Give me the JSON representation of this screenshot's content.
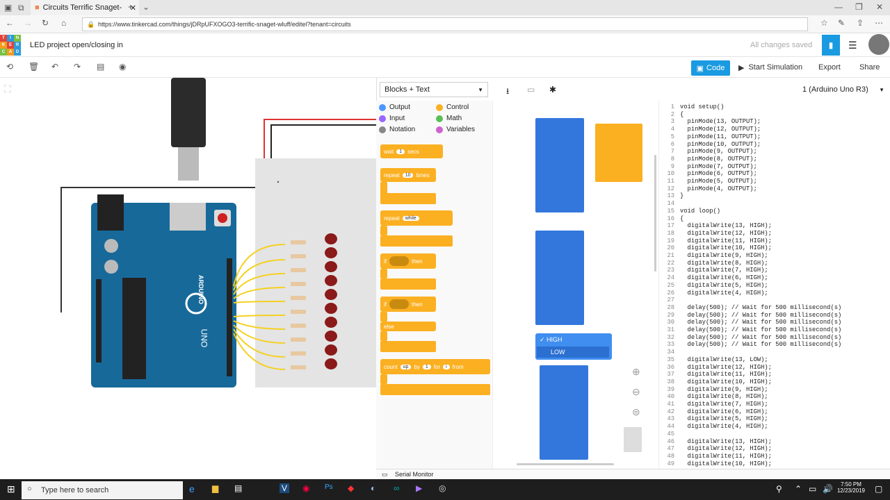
{
  "browser": {
    "tab_title": "Circuits Terrific Snaget-",
    "url": "https://www.tinkercad.com/things/jDRpUFXOGO3-terrific-snaget-wluff/editel?tenant=circuits"
  },
  "app": {
    "logo_letters": [
      "T",
      "I",
      "N",
      "K",
      "E",
      "R",
      "C",
      "A",
      "D"
    ],
    "project_title": "LED project open/closing in",
    "save_status": "All changes saved"
  },
  "toolbar": {
    "code_label": "Code",
    "simulate_label": "Start Simulation",
    "export_label": "Export",
    "share_label": "Share"
  },
  "code_header": {
    "mode": "Blocks + Text",
    "device": "1 (Arduino Uno R3)"
  },
  "categories": [
    {
      "label": "Output",
      "color": "#4c97ff"
    },
    {
      "label": "Control",
      "color": "#fbb022"
    },
    {
      "label": "Input",
      "color": "#9966ff"
    },
    {
      "label": "Math",
      "color": "#59c059"
    },
    {
      "label": "Notation",
      "color": "#888888"
    },
    {
      "label": "Variables",
      "color": "#cf63cf"
    }
  ],
  "palette": {
    "wait": "wait",
    "wait_val": "1",
    "wait_unit": "secs",
    "repeat": "repeat",
    "repeat_val": "10",
    "repeat_unit": "times",
    "repeat_while": "repeat",
    "while": "while",
    "if": "if",
    "then": "then",
    "if2": "if",
    "then2": "then",
    "else": "else",
    "count": "count",
    "up": "up",
    "by": "by",
    "by_val": "1",
    "for": "for",
    "var": "i",
    "from": "from"
  },
  "dropdown": {
    "options": [
      "HIGH",
      "LOW"
    ],
    "checked": "HIGH"
  },
  "code_lines": [
    "void setup()",
    "{",
    "  pinMode(13, OUTPUT);",
    "  pinMode(12, OUTPUT);",
    "  pinMode(11, OUTPUT);",
    "  pinMode(10, OUTPUT);",
    "  pinMode(9, OUTPUT);",
    "  pinMode(8, OUTPUT);",
    "  pinMode(7, OUTPUT);",
    "  pinMode(6, OUTPUT);",
    "  pinMode(5, OUTPUT);",
    "  pinMode(4, OUTPUT);",
    "}",
    "",
    "void loop()",
    "{",
    "  digitalWrite(13, HIGH);",
    "  digitalWrite(12, HIGH);",
    "  digitalWrite(11, HIGH);",
    "  digitalWrite(10, HIGH);",
    "  digitalWrite(9, HIGH);",
    "  digitalWrite(8, HIGH);",
    "  digitalWrite(7, HIGH);",
    "  digitalWrite(6, HIGH);",
    "  digitalWrite(5, HIGH);",
    "  digitalWrite(4, HIGH);",
    "",
    "  delay(500); // Wait for 500 millisecond(s)",
    "  delay(500); // Wait for 500 millisecond(s)",
    "  delay(500); // Wait for 500 millisecond(s)",
    "  delay(500); // Wait for 500 millisecond(s)",
    "  delay(500); // Wait for 500 millisecond(s)",
    "  delay(500); // Wait for 500 millisecond(s)",
    "",
    "  digitalWrite(13, LOW);",
    "  digitalWrite(12, HIGH);",
    "  digitalWrite(11, HIGH);",
    "  digitalWrite(10, HIGH);",
    "  digitalWrite(9, HIGH);",
    "  digitalWrite(8, HIGH);",
    "  digitalWrite(7, HIGH);",
    "  digitalWrite(6, HIGH);",
    "  digitalWrite(5, HIGH);",
    "  digitalWrite(4, HIGH);",
    "",
    "  digitalWrite(13, HIGH);",
    "  digitalWrite(12, HIGH);",
    "  digitalWrite(11, HIGH);",
    "  digitalWrite(10, HIGH);"
  ],
  "serial_monitor": "Serial Monitor",
  "taskbar": {
    "search_placeholder": "Type here to search",
    "time": "7:50 PM",
    "date": "12/23/2019"
  },
  "board": {
    "label_arduino": "ARDUINO",
    "label_uno": "UNO"
  }
}
